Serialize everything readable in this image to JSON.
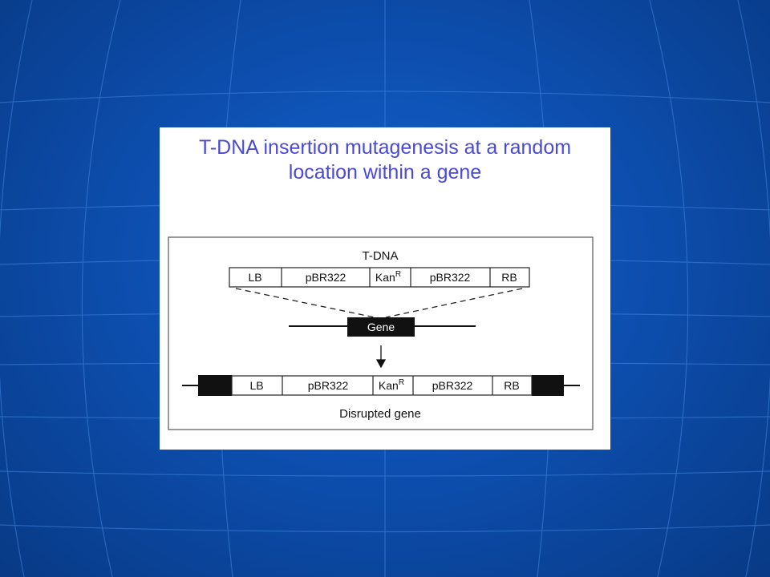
{
  "figure": {
    "title_line1": "T-DNA insertion mutagenesis at a random",
    "title_line2": "location within a gene"
  },
  "diagram": {
    "tdna_label": "T-DNA",
    "construct_segments": [
      "LB",
      "pBR322",
      "Kan",
      "pBR322",
      "RB"
    ],
    "kan_superscript": "R",
    "gene_label": "Gene",
    "disrupted_label": "Disrupted gene"
  },
  "colors": {
    "title": "#4a4ad6",
    "background": "#0d4fb0",
    "gene_block": "#111111"
  }
}
